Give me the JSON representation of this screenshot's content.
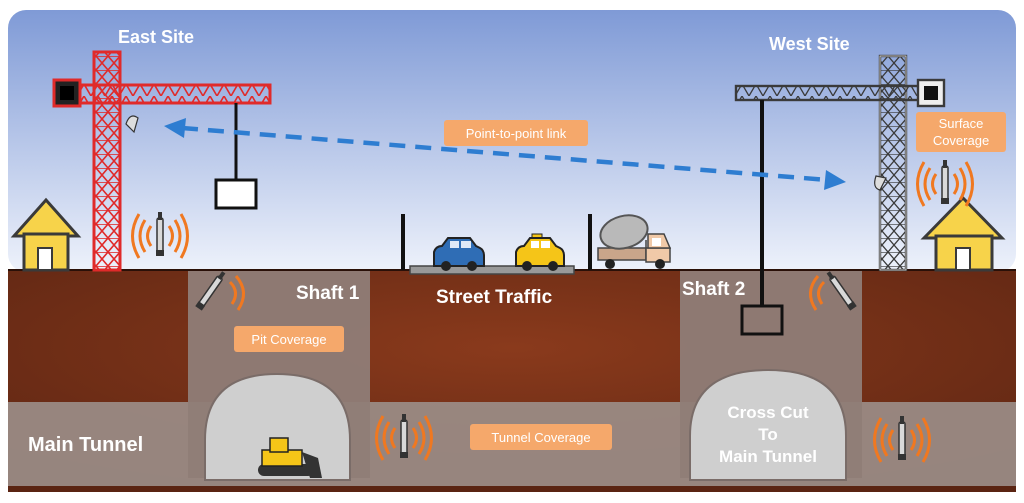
{
  "labels": {
    "east_site": "East Site",
    "west_site": "West Site",
    "shaft_1": "Shaft 1",
    "shaft_2": "Shaft 2",
    "street_traffic": "Street Traffic",
    "main_tunnel": "Main Tunnel",
    "cross_cut_line1": "Cross Cut",
    "cross_cut_line2": "To",
    "cross_cut_line3": "Main Tunnel"
  },
  "tags": {
    "point_to_point": "Point-to-point link",
    "surface_line1": "Surface",
    "surface_line2": "Coverage",
    "pit_coverage": "Pit Coverage",
    "tunnel_coverage": "Tunnel Coverage"
  },
  "colors": {
    "sky_top": "#7f9ad6",
    "sky_bottom": "#eef2fb",
    "soil": "#6b2c16",
    "shaft": "#8f7d77",
    "tunnel_band": "#9b8d88",
    "tag": "#f5a86b",
    "signal": "#f07820",
    "link_arrow": "#2e7dd1",
    "east_crane": "#e02a2a",
    "west_crane": "#e6e6e6",
    "house": "#f7d34a"
  },
  "icons": [
    "crane-icon",
    "house-icon",
    "antenna-icon",
    "car-icon",
    "taxi-icon",
    "cement-truck-icon",
    "bulldozer-icon",
    "signal-waves-icon"
  ]
}
